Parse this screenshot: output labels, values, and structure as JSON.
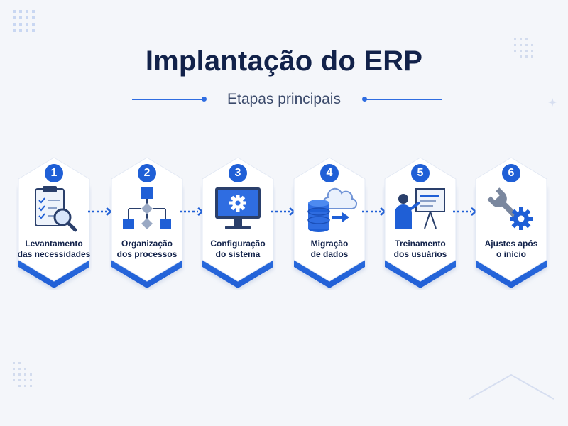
{
  "title": "Implantação do ERP",
  "subtitle": "Etapas principais",
  "steps": [
    {
      "number": "1",
      "line1": "Levantamento",
      "line2": "das necessidades",
      "icon": "clipboard-magnifier-icon"
    },
    {
      "number": "2",
      "line1": "Organização",
      "line2": "dos processos",
      "icon": "process-flowchart-icon"
    },
    {
      "number": "3",
      "line1": "Configuração",
      "line2": "do sistema",
      "icon": "monitor-gear-icon"
    },
    {
      "number": "4",
      "line1": "Migração",
      "line2": "de dados",
      "icon": "database-cloud-icon"
    },
    {
      "number": "5",
      "line1": "Treinamento",
      "line2": "dos usuários",
      "icon": "presentation-board-icon"
    },
    {
      "number": "6",
      "line1": "Ajustes após",
      "line2": "o início",
      "icon": "wrench-gear-icon"
    }
  ],
  "colors": {
    "accent": "#1f5fd6",
    "title": "#12224a",
    "background": "#f4f6fa"
  }
}
